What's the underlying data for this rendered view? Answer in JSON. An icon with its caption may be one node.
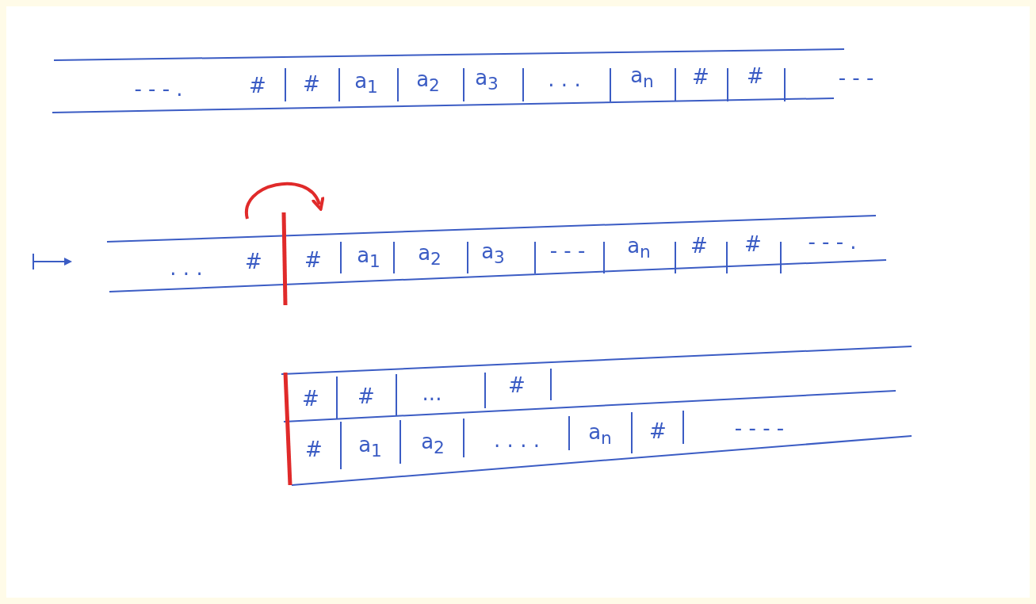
{
  "diagram": {
    "labels": [
      "- - - .",
      "#",
      "#",
      "a$_{1}$",
      "a$_{2}$",
      "a$_{3}$",
      ". . .",
      "a$_{n}$",
      "#",
      "#",
      "- - -",
      ". . .",
      "#",
      "#",
      "a$_{1}$",
      "a$_{2}$",
      "a$_{3}$",
      "- - -",
      "a$_{n}$",
      "#",
      "#",
      "- - - .",
      "#",
      "#",
      "...",
      "#",
      "#",
      "a$_{1}$",
      "a$_{2}$",
      ". . . .",
      "a$_{n}$",
      "#",
      "- - - -"
    ]
  }
}
